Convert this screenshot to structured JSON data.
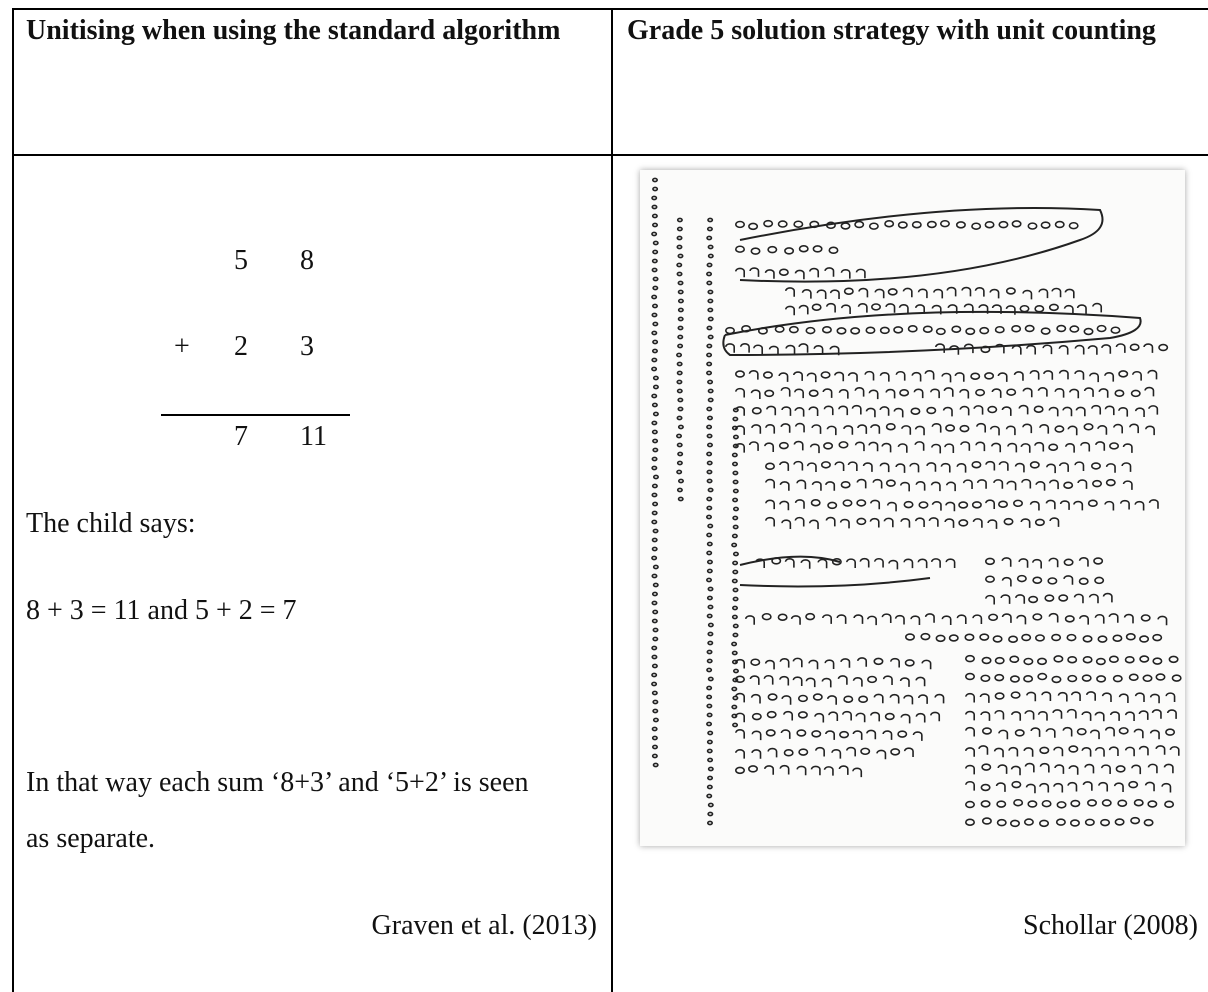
{
  "table": {
    "header_left": "Unitising when using the standard algorithm",
    "header_right": "Grade 5 solution strategy with unit counting"
  },
  "algorithm": {
    "row1_tens": "5",
    "row1_ones": "8",
    "operator": "+",
    "row2_tens": "2",
    "row2_ones": "3",
    "result_tens": "7",
    "result_ones": "11"
  },
  "explanation": {
    "child_says": "The child says:",
    "equation": "8 + 3 = 11 and 5 + 2 = 7",
    "note_line1": "In that way each sum ‘8+3’ and ‘5+2’ is seen",
    "note_line2": "as separate."
  },
  "citations": {
    "left": "Graven et al. (2013)",
    "right": "Schollar (2008)"
  },
  "image": {
    "subject": "scanned handwritten tally marks"
  }
}
